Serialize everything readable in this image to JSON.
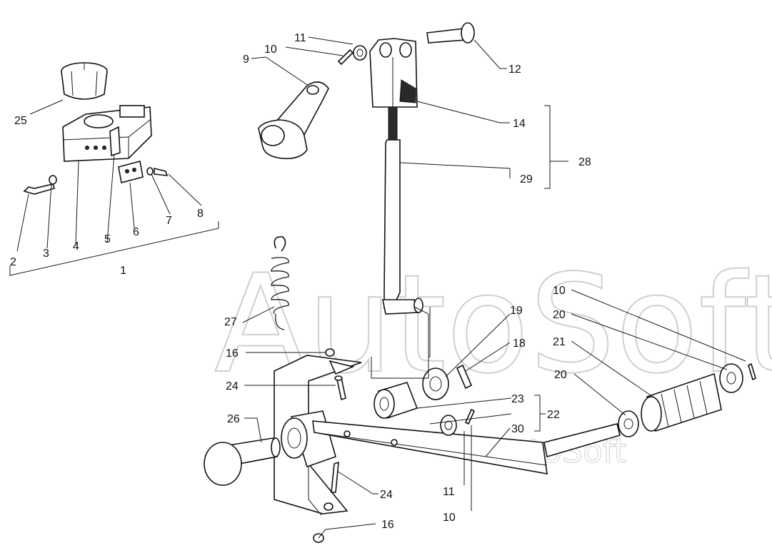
{
  "watermark": {
    "main": "AutoSoft",
    "small": "AutoSoft"
  },
  "callouts": {
    "c1": "1",
    "c2": "2",
    "c3": "3",
    "c4": "4",
    "c5": "5",
    "c6": "6",
    "c7": "7",
    "c8": "8",
    "c9": "9",
    "c10a": "10",
    "c10b": "10",
    "c10c": "10",
    "c11a": "11",
    "c11b": "11",
    "c12": "12",
    "c14": "14",
    "c16a": "16",
    "c16b": "16",
    "c18": "18",
    "c19": "19",
    "c20a": "20",
    "c20b": "20",
    "c21": "21",
    "c22": "22",
    "c23": "23",
    "c24a": "24",
    "c24b": "24",
    "c25": "25",
    "c26": "26",
    "c27": "27",
    "c28": "28",
    "c29": "29",
    "c30": "30"
  }
}
